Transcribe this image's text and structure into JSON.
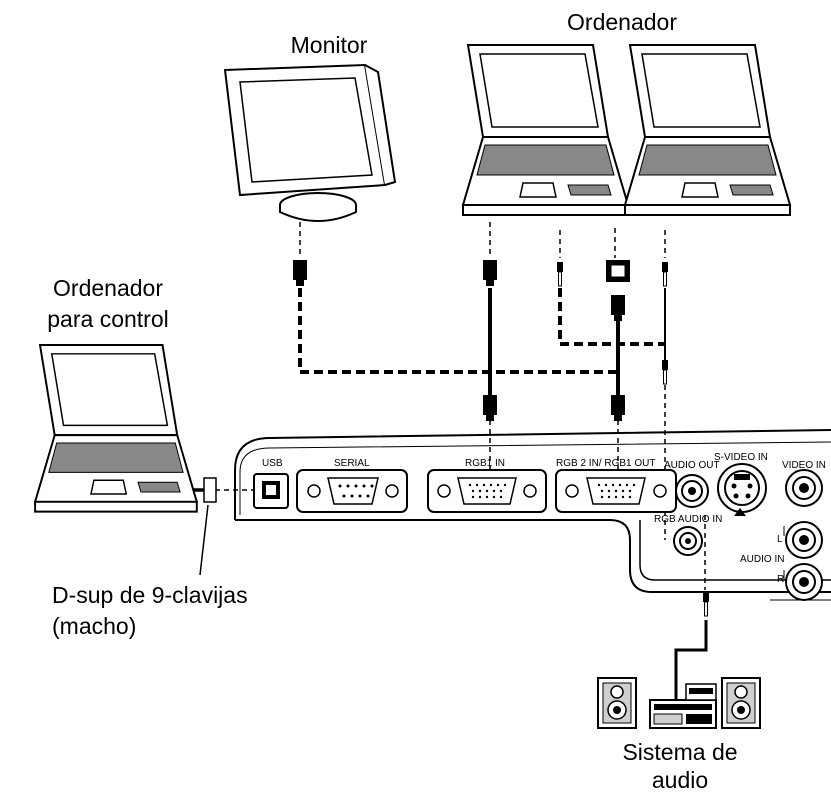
{
  "labels": {
    "monitor": "Monitor",
    "ordenador": "Ordenador",
    "control_line1": "Ordenador",
    "control_line2": "para control",
    "dsub_line1": "D-sup de 9-clavijas",
    "dsub_line2": "(macho)",
    "audio_line1": "Sistema de",
    "audio_line2": "audio"
  },
  "panel": {
    "usb": "USB",
    "serial": "SERIAL",
    "rgb1_in": "RGB1 IN",
    "rgb2_in_out": "RGB 2 IN/ RGB1 OUT",
    "audio_out": "AUDIO OUT",
    "svideo_in": "S-VIDEO IN",
    "video_in": "VIDEO IN",
    "rgb_audio_in": "RGB AUDIO IN",
    "audio_in": "AUDIO IN",
    "l": "L",
    "r": "R"
  }
}
